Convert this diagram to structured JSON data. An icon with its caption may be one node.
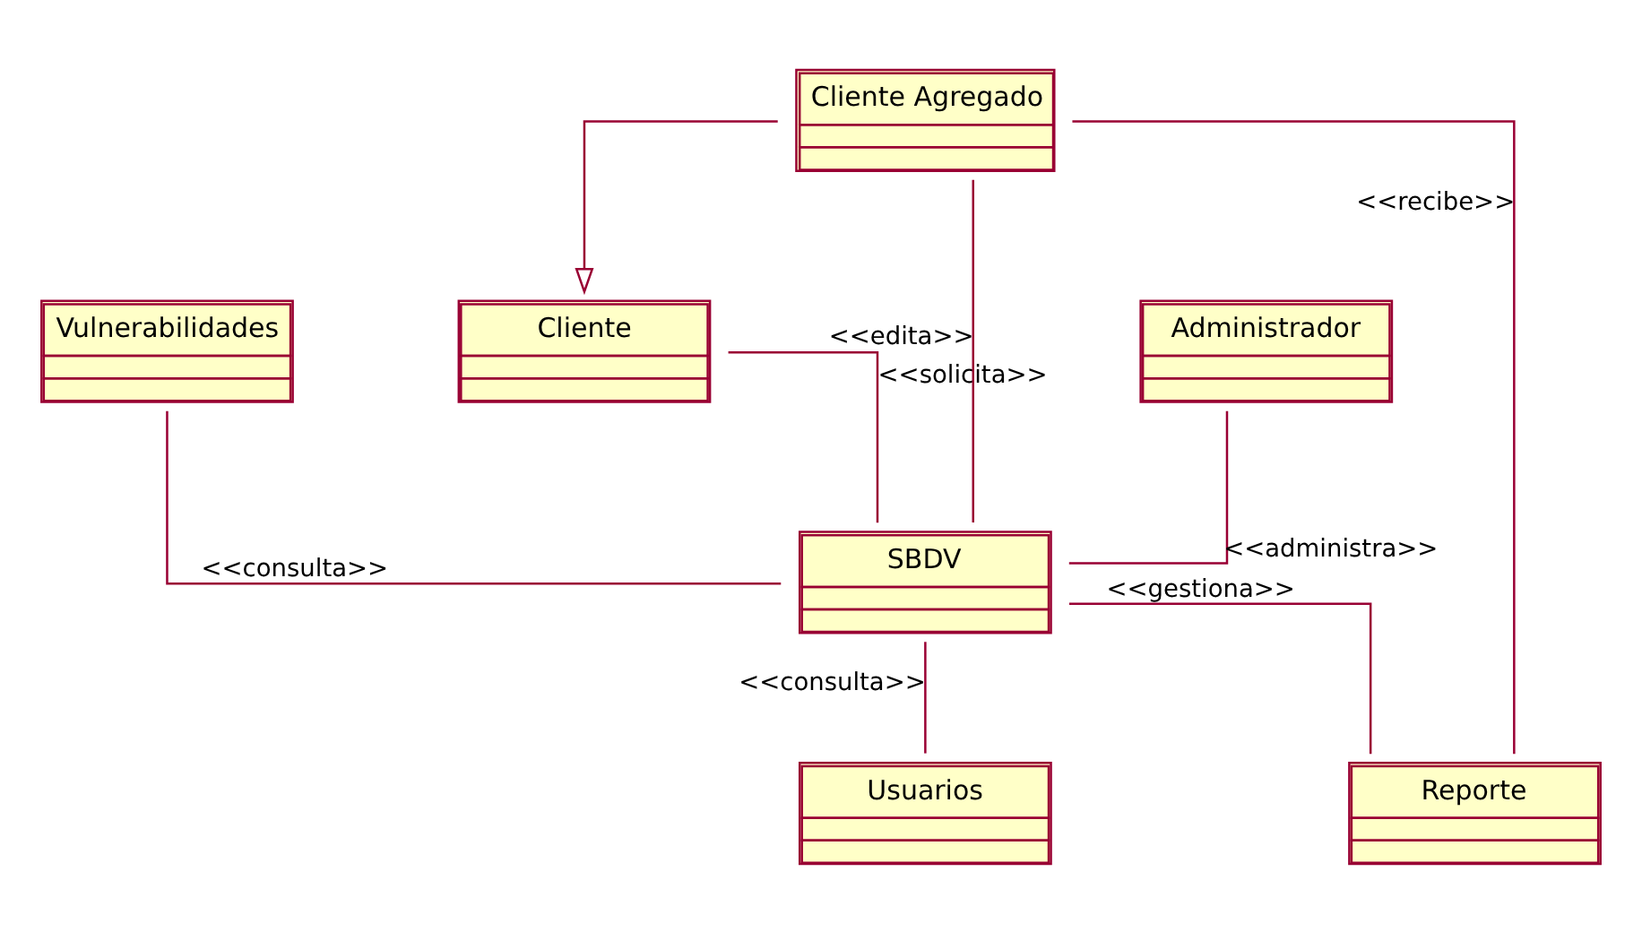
{
  "diagram": {
    "nodes": [
      {
        "text": [
          "Vulnerabilidades"
        ]
      },
      {
        "text": [
          "Cliente"
        ]
      },
      {
        "text": [
          "Cliente Agregado"
        ]
      },
      {
        "text": [
          "Administrador"
        ]
      },
      {
        "text": [
          "SBDV"
        ]
      },
      {
        "text": [
          "Reporte"
        ]
      },
      {
        "text": [
          "Usuarios"
        ]
      }
    ],
    "edges": [
      {
        "from": 2,
        "to": 1,
        "arrow": "to"
      },
      {
        "from": 1,
        "to": 4,
        "arrow": "none",
        "label": "<<solicita>>"
      },
      {
        "from": 0,
        "to": 4,
        "arrow": "none",
        "label": "<<consulta>>"
      },
      {
        "from": 3,
        "to": 4,
        "arrow": "none",
        "label": "<<administra>>"
      },
      {
        "from": 4,
        "to": 5,
        "arrow": "none",
        "label": "<<gestiona>>"
      },
      {
        "from": 4,
        "to": 6,
        "arrow": "none",
        "label": "<<consulta>>"
      },
      {
        "from": 2,
        "to": 5,
        "arrow": "none",
        "label": "<<recibe>>"
      },
      {
        "from": 2,
        "to": 4,
        "arrow": "none",
        "label": "<<edita>>"
      }
    ]
  }
}
